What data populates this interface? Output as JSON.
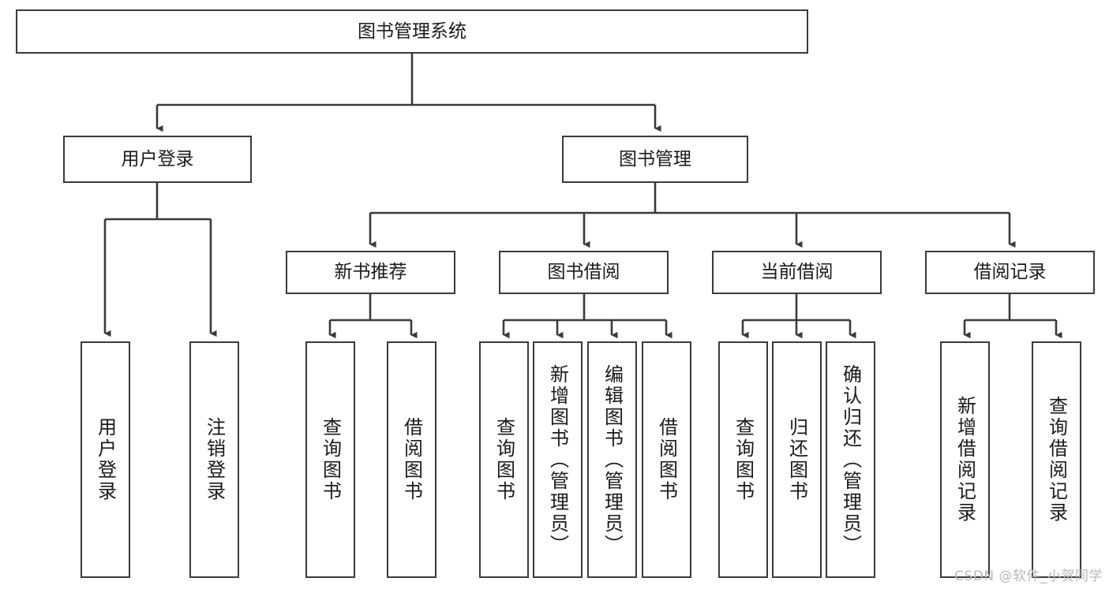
{
  "diagram": {
    "type": "hierarchy-tree",
    "title": "图书管理系统",
    "levels": 4,
    "root": {
      "id": "root",
      "label": "图书管理系统"
    },
    "level1": [
      {
        "id": "user-login",
        "label": "用户登录"
      },
      {
        "id": "book-management",
        "label": "图书管理"
      }
    ],
    "level2": [
      {
        "id": "new-book-recommend",
        "label": "新书推荐",
        "parent": "book-management"
      },
      {
        "id": "book-borrow",
        "label": "图书借阅",
        "parent": "book-management"
      },
      {
        "id": "current-borrow",
        "label": "当前借阅",
        "parent": "book-management"
      },
      {
        "id": "borrow-record",
        "label": "借阅记录",
        "parent": "book-management"
      }
    ],
    "leaves": {
      "user_login": [
        {
          "id": "leaf-user-login",
          "label": "用户登录"
        },
        {
          "id": "leaf-logout",
          "label": "注销登录"
        }
      ],
      "new_book_recommend": [
        {
          "id": "leaf-query-book-1",
          "label": "查询图书"
        },
        {
          "id": "leaf-borrow-book-1",
          "label": "借阅图书"
        }
      ],
      "book_borrow": [
        {
          "id": "leaf-query-book-2",
          "label": "查询图书"
        },
        {
          "id": "leaf-add-book",
          "label": "新增图书（管理员）"
        },
        {
          "id": "leaf-edit-book",
          "label": "编辑图书（管理员）"
        },
        {
          "id": "leaf-borrow-book-2",
          "label": "借阅图书"
        }
      ],
      "current_borrow": [
        {
          "id": "leaf-query-book-3",
          "label": "查询图书"
        },
        {
          "id": "leaf-return-book",
          "label": "归还图书"
        },
        {
          "id": "leaf-confirm-return",
          "label": "确认归还（管理员）"
        }
      ],
      "borrow_record": [
        {
          "id": "leaf-add-record",
          "label": "新增借阅记录"
        },
        {
          "id": "leaf-query-record",
          "label": "查询借阅记录"
        }
      ]
    }
  },
  "watermark": {
    "text": "CSDN @软件_小贺同学"
  },
  "colors": {
    "stroke": "#3a3a3a",
    "fill": "#ffffff",
    "text": "#1a1a1a",
    "watermark": "#b9b9b9"
  }
}
